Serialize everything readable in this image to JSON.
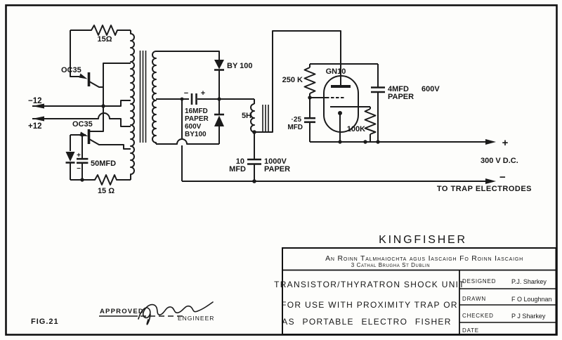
{
  "schematic": {
    "res_top": "15Ω",
    "res_bottom": "15 Ω",
    "oc35_top": "OC35",
    "oc35_bottom": "OC35",
    "rail_neg": "−12",
    "rail_pos": "+12",
    "cap50": "50MFD",
    "cap50_plus": "+",
    "cap50_minus": "−",
    "by100_top": "BY 100",
    "cap16_minus": "−",
    "cap16_plus": "+",
    "cap16_lines": [
      "16MFD",
      "PAPER",
      "600V",
      "BY100"
    ],
    "choke": "5H",
    "cap10_l1": "10",
    "cap10_l2": "MFD",
    "cap10_r1": "1000V",
    "cap10_r2": "PAPER",
    "res250": "250 K",
    "cap25_l1": "·25",
    "cap25_l2": "MFD",
    "tube": "GN10",
    "res100": "100K",
    "cap4_1": "4MFD",
    "cap4_2": "600V",
    "cap4_3": "PAPER",
    "out_plus": "+",
    "out_minus": "−",
    "out_voltage": "300 V D.C.",
    "out_dest": "TO TRAP ELECTRODES"
  },
  "titles": {
    "project": "KINGFISHER",
    "org_line1": "An Roinn Talmhaiochta agus Iascaigh Fo Roinn Iascaigh",
    "org_line2": "3 Cathal Brugha St Dublin",
    "desc_lines": [
      "TRANSISTOR/THYRATRON SHOCK UNIT",
      "FOR USE WITH PROXIMITY TRAP OR",
      "AS PORTABLE ELECTRO FISHER"
    ],
    "credits": [
      {
        "label": "DESIGNED",
        "value": "P.J. Sharkey"
      },
      {
        "label": "DRAWN",
        "value": "F O Loughnan"
      },
      {
        "label": "CHECKED",
        "value": "P J Sharkey"
      },
      {
        "label": "DATE",
        "value": ""
      }
    ],
    "fig": "FIG.21",
    "approved": "APPROVED",
    "engineer": "ENGINEER"
  }
}
